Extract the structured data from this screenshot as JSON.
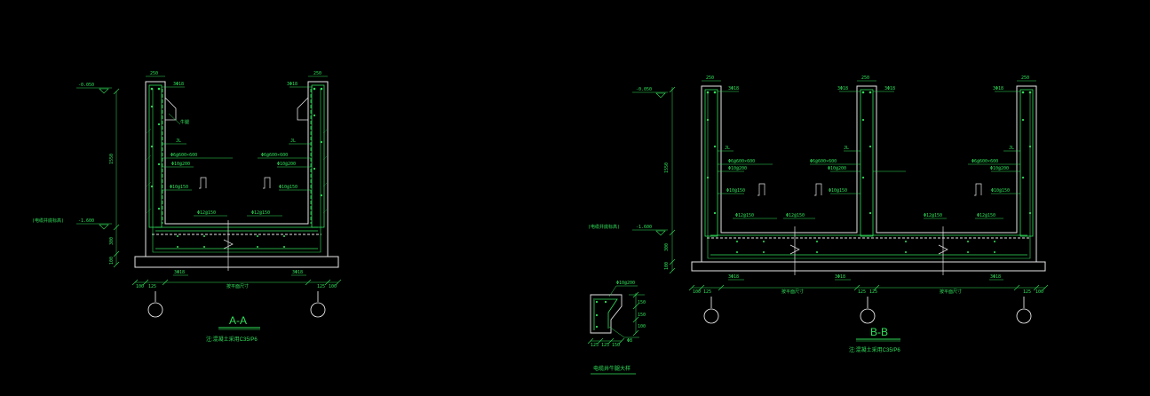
{
  "colors": {
    "background": "#000000",
    "concrete": "#e6e6e6",
    "rebar": "#2fe05a",
    "hatch": "#2e9a45",
    "axis": "#ffffff"
  },
  "section_aa": {
    "title": "A-A",
    "note": "注:混凝土采用C35/P6",
    "elev_top": "-0.050",
    "elev_bottom": "-1.600",
    "elev_note": "(电缆井底标高)",
    "dim_top_left": "250",
    "dim_top_right": "250",
    "dim_height": "1550",
    "dim_base": "300",
    "dim_pad": "100",
    "dim_bottom_outer": "100",
    "dim_bottom_wall": "125",
    "dim_bottom_clear": "按平面尺寸",
    "bar_top": "3Φ18",
    "bar_bottom": "3Φ18",
    "bar_tie": "JL",
    "bar_stirrup": "Φ6@600×600",
    "bar_wall": "Φ10@200",
    "bar_wall_2": "Φ10@150",
    "bar_slab": "Φ12@150",
    "bar_corbel": "牛腿"
  },
  "section_bb": {
    "title": "B-B",
    "note": "注:混凝土采用C35/P6",
    "elev_top": "-0.050",
    "elev_bottom": "-1.600",
    "elev_note": "(电缆井底标高)",
    "dim_top": "250",
    "dim_height": "1550",
    "dim_base": "300",
    "dim_pad": "100",
    "dim_bottom_outer": "100",
    "dim_bottom_wall": "125",
    "dim_bottom_clear": "按平面尺寸",
    "bar_top": "3Φ18",
    "bar_tie": "JL",
    "bar_stirrup": "Φ6@600×600",
    "bar_wall": "Φ10@200",
    "bar_wall_2": "Φ10@150",
    "bar_slab": "Φ12@150"
  },
  "detail": {
    "caption": "电缆井牛腿大样",
    "bar_top": "Φ10@200",
    "bar_side": "Φ8",
    "dim_1": "125",
    "dim_2": "125",
    "dim_3": "150",
    "dim_v1": "150",
    "dim_v2": "150",
    "dim_v3": "100"
  }
}
